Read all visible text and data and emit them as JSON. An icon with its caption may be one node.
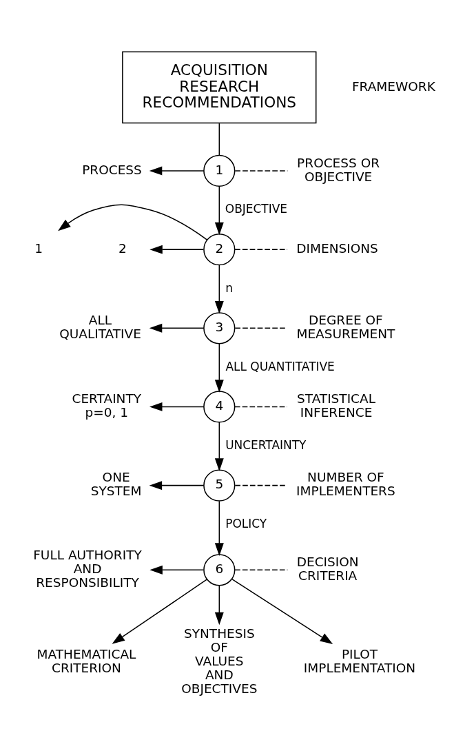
{
  "diagram": {
    "nodes": [
      {
        "text": [
          "ACQUISITION RESEARCH RECOMMENDATIONS"
        ]
      },
      {
        "text": [
          "1"
        ]
      },
      {
        "text": [
          "PROCESS OR OBJECTIVE"
        ]
      },
      {
        "text": [
          "PROCESS"
        ]
      },
      {
        "text": [
          "2"
        ]
      },
      {
        "text": [
          "1"
        ]
      },
      {
        "text": [
          "DIMENSIONS"
        ]
      },
      {
        "text": [
          "2"
        ]
      },
      {
        "text": [
          "3"
        ]
      },
      {
        "text": [
          "ALL QUALITATIVE"
        ]
      },
      {
        "text": [
          "DEGREE OF MEASUREMENT"
        ]
      },
      {
        "text": [
          "4"
        ]
      },
      {
        "text": [
          "CERTAINTY p=0, 1"
        ]
      },
      {
        "text": [
          "STATISTICAL INFERENCE"
        ]
      },
      {
        "text": [
          "5"
        ]
      },
      {
        "text": [
          "ONE SYSTEM"
        ]
      },
      {
        "text": [
          "NUMBER OF IMPLEMENTERS"
        ]
      },
      {
        "text": [
          "FULL AUTHORITY AND RESPONSIBILITY"
        ]
      },
      {
        "text": [
          "6"
        ]
      },
      {
        "text": [
          "DECISION CRITERIA"
        ]
      },
      {
        "text": [
          "MATHEMATICAL CRITERION"
        ]
      },
      {
        "text": [
          "SYNTHESIS OF VALUES AND OBJECTIVES"
        ]
      },
      {
        "text": [
          "PILOT IMPLEMENTATION"
        ]
      }
    ],
    "edges": [
      {
        "from": 0,
        "to": 1,
        "arrow": "none"
      },
      {
        "from": 1,
        "to": 2,
        "arrow": "none",
        "style": "dashed"
      },
      {
        "from": 1,
        "to": 3,
        "arrow": "to"
      },
      {
        "from": 1,
        "to": 4,
        "arrow": "to",
        "label": "OBJECTIVE"
      },
      {
        "from": 4,
        "to": 5,
        "arrow": "to"
      },
      {
        "from": 4,
        "to": 7,
        "arrow": "to"
      },
      {
        "from": 4,
        "to": 6,
        "arrow": "none",
        "style": "dashed"
      },
      {
        "from": 4,
        "to": 8,
        "arrow": "to",
        "label": "n"
      },
      {
        "from": 8,
        "to": 9,
        "arrow": "to"
      },
      {
        "from": 8,
        "to": 10,
        "arrow": "none",
        "style": "dashed"
      },
      {
        "from": 8,
        "to": 11,
        "arrow": "to",
        "label": "ALL QUANTITATIVE"
      },
      {
        "from": 11,
        "to": 12,
        "arrow": "to"
      },
      {
        "from": 11,
        "to": 13,
        "arrow": "none",
        "style": "dashed"
      },
      {
        "from": 11,
        "to": 14,
        "arrow": "to",
        "label": "UNCERTAINTY"
      },
      {
        "from": 14,
        "to": 15,
        "arrow": "to"
      },
      {
        "from": 14,
        "to": 16,
        "arrow": "none",
        "style": "dashed"
      },
      {
        "from": 14,
        "to": 18,
        "arrow": "to",
        "label": "POLICY"
      },
      {
        "from": 18,
        "to": 17,
        "arrow": "to"
      },
      {
        "from": 18,
        "to": 19,
        "arrow": "none",
        "style": "dashed"
      },
      {
        "from": 18,
        "to": 20,
        "arrow": "to"
      },
      {
        "from": 18,
        "to": 21,
        "arrow": "to"
      },
      {
        "from": 18,
        "to": 22,
        "arrow": "to"
      }
    ],
    "labels": [
      "FRAMEWORK"
    ]
  }
}
